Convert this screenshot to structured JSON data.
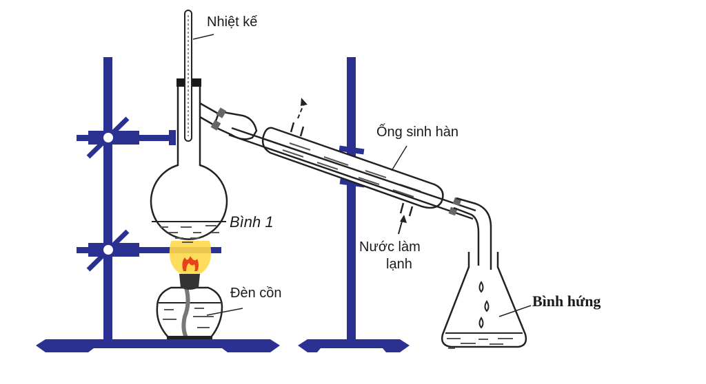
{
  "diagram": {
    "title": "Distillation apparatus",
    "labels": {
      "thermometer": "Nhiệt kế",
      "flask1": "Bình 1",
      "condenser": "Ống sinh hàn",
      "cooling_water": "Nước làm",
      "cooling_water_line2": "lạnh",
      "alcohol_lamp": "Đèn cồn",
      "receiving_flask": "Bình hứng"
    },
    "colors": {
      "stand": "#2b3190",
      "glass_outline": "#222222",
      "flame_outer": "#ffd84a",
      "flame_inner": "#e8421a",
      "stopper": "#1a1a1a",
      "lamp_cap": "#333333"
    }
  }
}
